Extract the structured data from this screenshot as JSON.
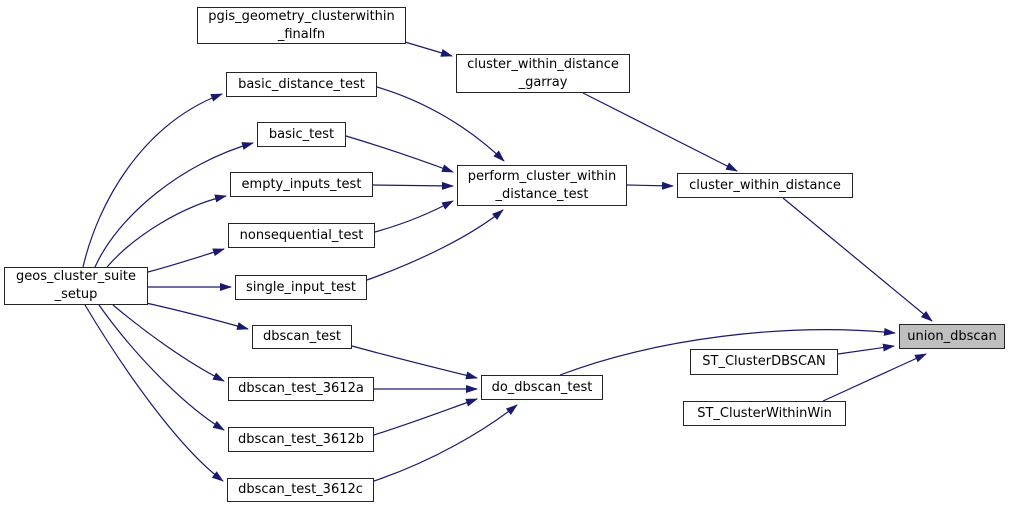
{
  "diagram": {
    "type": "call-graph",
    "focus_node": "union_dbscan",
    "colors": {
      "edge": "#191970",
      "node_border": "#242424",
      "node_fill": "#ffffff",
      "focus_node_fill": "#bfbfbf",
      "text": "#000000",
      "background": "#ffffff"
    },
    "nodes": [
      {
        "id": "pgis_geometry_clusterwithin_finalfn",
        "label": "pgis_geometry_clusterwithin\n_finalfn"
      },
      {
        "id": "cluster_within_distance_garray",
        "label": "cluster_within_distance\n_garray"
      },
      {
        "id": "basic_distance_test",
        "label": "basic_distance_test"
      },
      {
        "id": "basic_test",
        "label": "basic_test"
      },
      {
        "id": "empty_inputs_test",
        "label": "empty_inputs_test"
      },
      {
        "id": "nonsequential_test",
        "label": "nonsequential_test"
      },
      {
        "id": "geos_cluster_suite_setup",
        "label": "geos_cluster_suite\n_setup"
      },
      {
        "id": "single_input_test",
        "label": "single_input_test"
      },
      {
        "id": "perform_cluster_within_distance_test",
        "label": "perform_cluster_within\n_distance_test"
      },
      {
        "id": "cluster_within_distance",
        "label": "cluster_within_distance"
      },
      {
        "id": "dbscan_test",
        "label": "dbscan_test"
      },
      {
        "id": "dbscan_test_3612a",
        "label": "dbscan_test_3612a"
      },
      {
        "id": "dbscan_test_3612b",
        "label": "dbscan_test_3612b"
      },
      {
        "id": "dbscan_test_3612c",
        "label": "dbscan_test_3612c"
      },
      {
        "id": "do_dbscan_test",
        "label": "do_dbscan_test"
      },
      {
        "id": "ST_ClusterDBSCAN",
        "label": "ST_ClusterDBSCAN"
      },
      {
        "id": "ST_ClusterWithinWin",
        "label": "ST_ClusterWithinWin"
      },
      {
        "id": "union_dbscan",
        "label": "union_dbscan"
      }
    ],
    "edges": [
      {
        "from": "pgis_geometry_clusterwithin_finalfn",
        "to": "cluster_within_distance_garray"
      },
      {
        "from": "cluster_within_distance_garray",
        "to": "cluster_within_distance"
      },
      {
        "from": "basic_distance_test",
        "to": "perform_cluster_within_distance_test"
      },
      {
        "from": "basic_test",
        "to": "perform_cluster_within_distance_test"
      },
      {
        "from": "empty_inputs_test",
        "to": "perform_cluster_within_distance_test"
      },
      {
        "from": "nonsequential_test",
        "to": "perform_cluster_within_distance_test"
      },
      {
        "from": "single_input_test",
        "to": "perform_cluster_within_distance_test"
      },
      {
        "from": "perform_cluster_within_distance_test",
        "to": "cluster_within_distance"
      },
      {
        "from": "cluster_within_distance",
        "to": "union_dbscan"
      },
      {
        "from": "geos_cluster_suite_setup",
        "to": "basic_distance_test"
      },
      {
        "from": "geos_cluster_suite_setup",
        "to": "basic_test"
      },
      {
        "from": "geos_cluster_suite_setup",
        "to": "empty_inputs_test"
      },
      {
        "from": "geos_cluster_suite_setup",
        "to": "nonsequential_test"
      },
      {
        "from": "geos_cluster_suite_setup",
        "to": "single_input_test"
      },
      {
        "from": "geos_cluster_suite_setup",
        "to": "dbscan_test"
      },
      {
        "from": "geos_cluster_suite_setup",
        "to": "dbscan_test_3612a"
      },
      {
        "from": "geos_cluster_suite_setup",
        "to": "dbscan_test_3612b"
      },
      {
        "from": "geos_cluster_suite_setup",
        "to": "dbscan_test_3612c"
      },
      {
        "from": "dbscan_test",
        "to": "do_dbscan_test"
      },
      {
        "from": "dbscan_test_3612a",
        "to": "do_dbscan_test"
      },
      {
        "from": "dbscan_test_3612b",
        "to": "do_dbscan_test"
      },
      {
        "from": "dbscan_test_3612c",
        "to": "do_dbscan_test"
      },
      {
        "from": "do_dbscan_test",
        "to": "union_dbscan"
      },
      {
        "from": "ST_ClusterDBSCAN",
        "to": "union_dbscan"
      },
      {
        "from": "ST_ClusterWithinWin",
        "to": "union_dbscan"
      }
    ]
  }
}
